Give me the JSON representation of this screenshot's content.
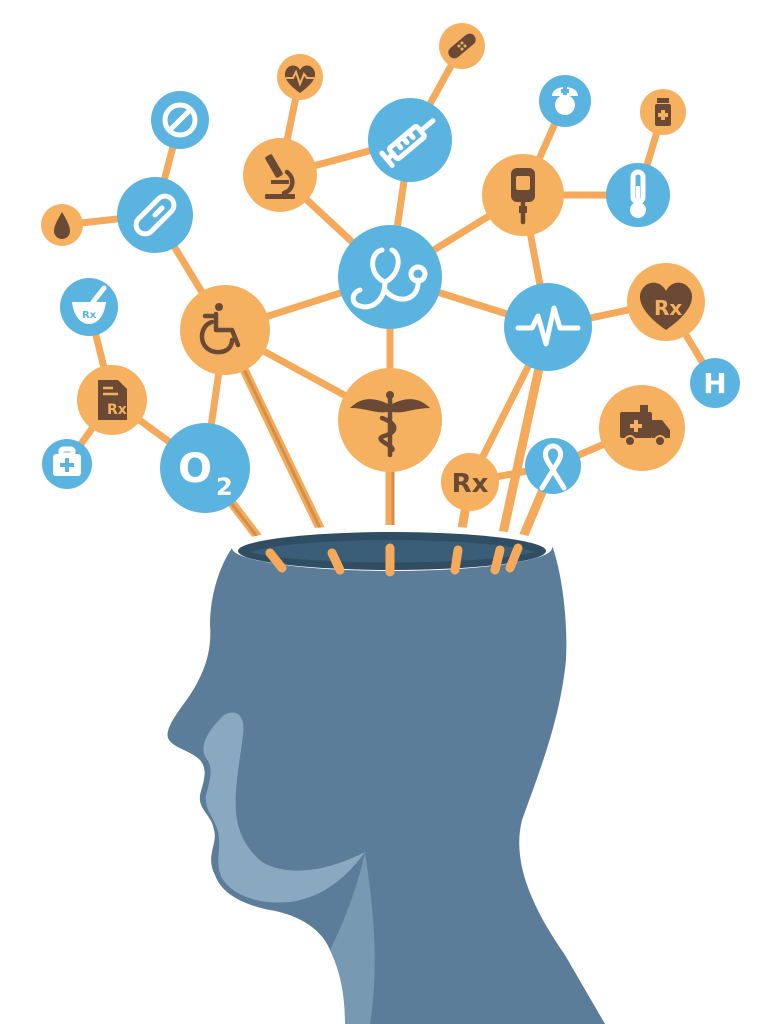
{
  "illustration": {
    "labels": {
      "oxygen_main": "O",
      "oxygen_sub": "2",
      "hospital": "H",
      "rx": "Rx"
    },
    "colors": {
      "node_blue": "#5bb4e0",
      "node_orange": "#f5b160",
      "link": "#f5a95a",
      "head_dark": "#5c7d99",
      "head_light": "#8fb0c6",
      "icon_brown": "#6b4a35"
    },
    "icons": [
      "no-entry-icon",
      "water-drop-icon",
      "pill-icon",
      "heart-rate-icon",
      "microscope-icon",
      "syringe-icon",
      "bandage-icon",
      "nurse-icon",
      "iv-bag-icon",
      "medicine-bottle-icon",
      "thermometer-icon",
      "stethoscope-icon",
      "mortar-pestle-icon",
      "wheelchair-icon",
      "heartbeat-icon",
      "heart-rx-icon",
      "hospital-icon",
      "prescription-icon",
      "caduceus-icon",
      "first-aid-kit-icon",
      "oxygen-icon",
      "rx-icon",
      "awareness-ribbon-icon",
      "ambulance-icon"
    ]
  }
}
